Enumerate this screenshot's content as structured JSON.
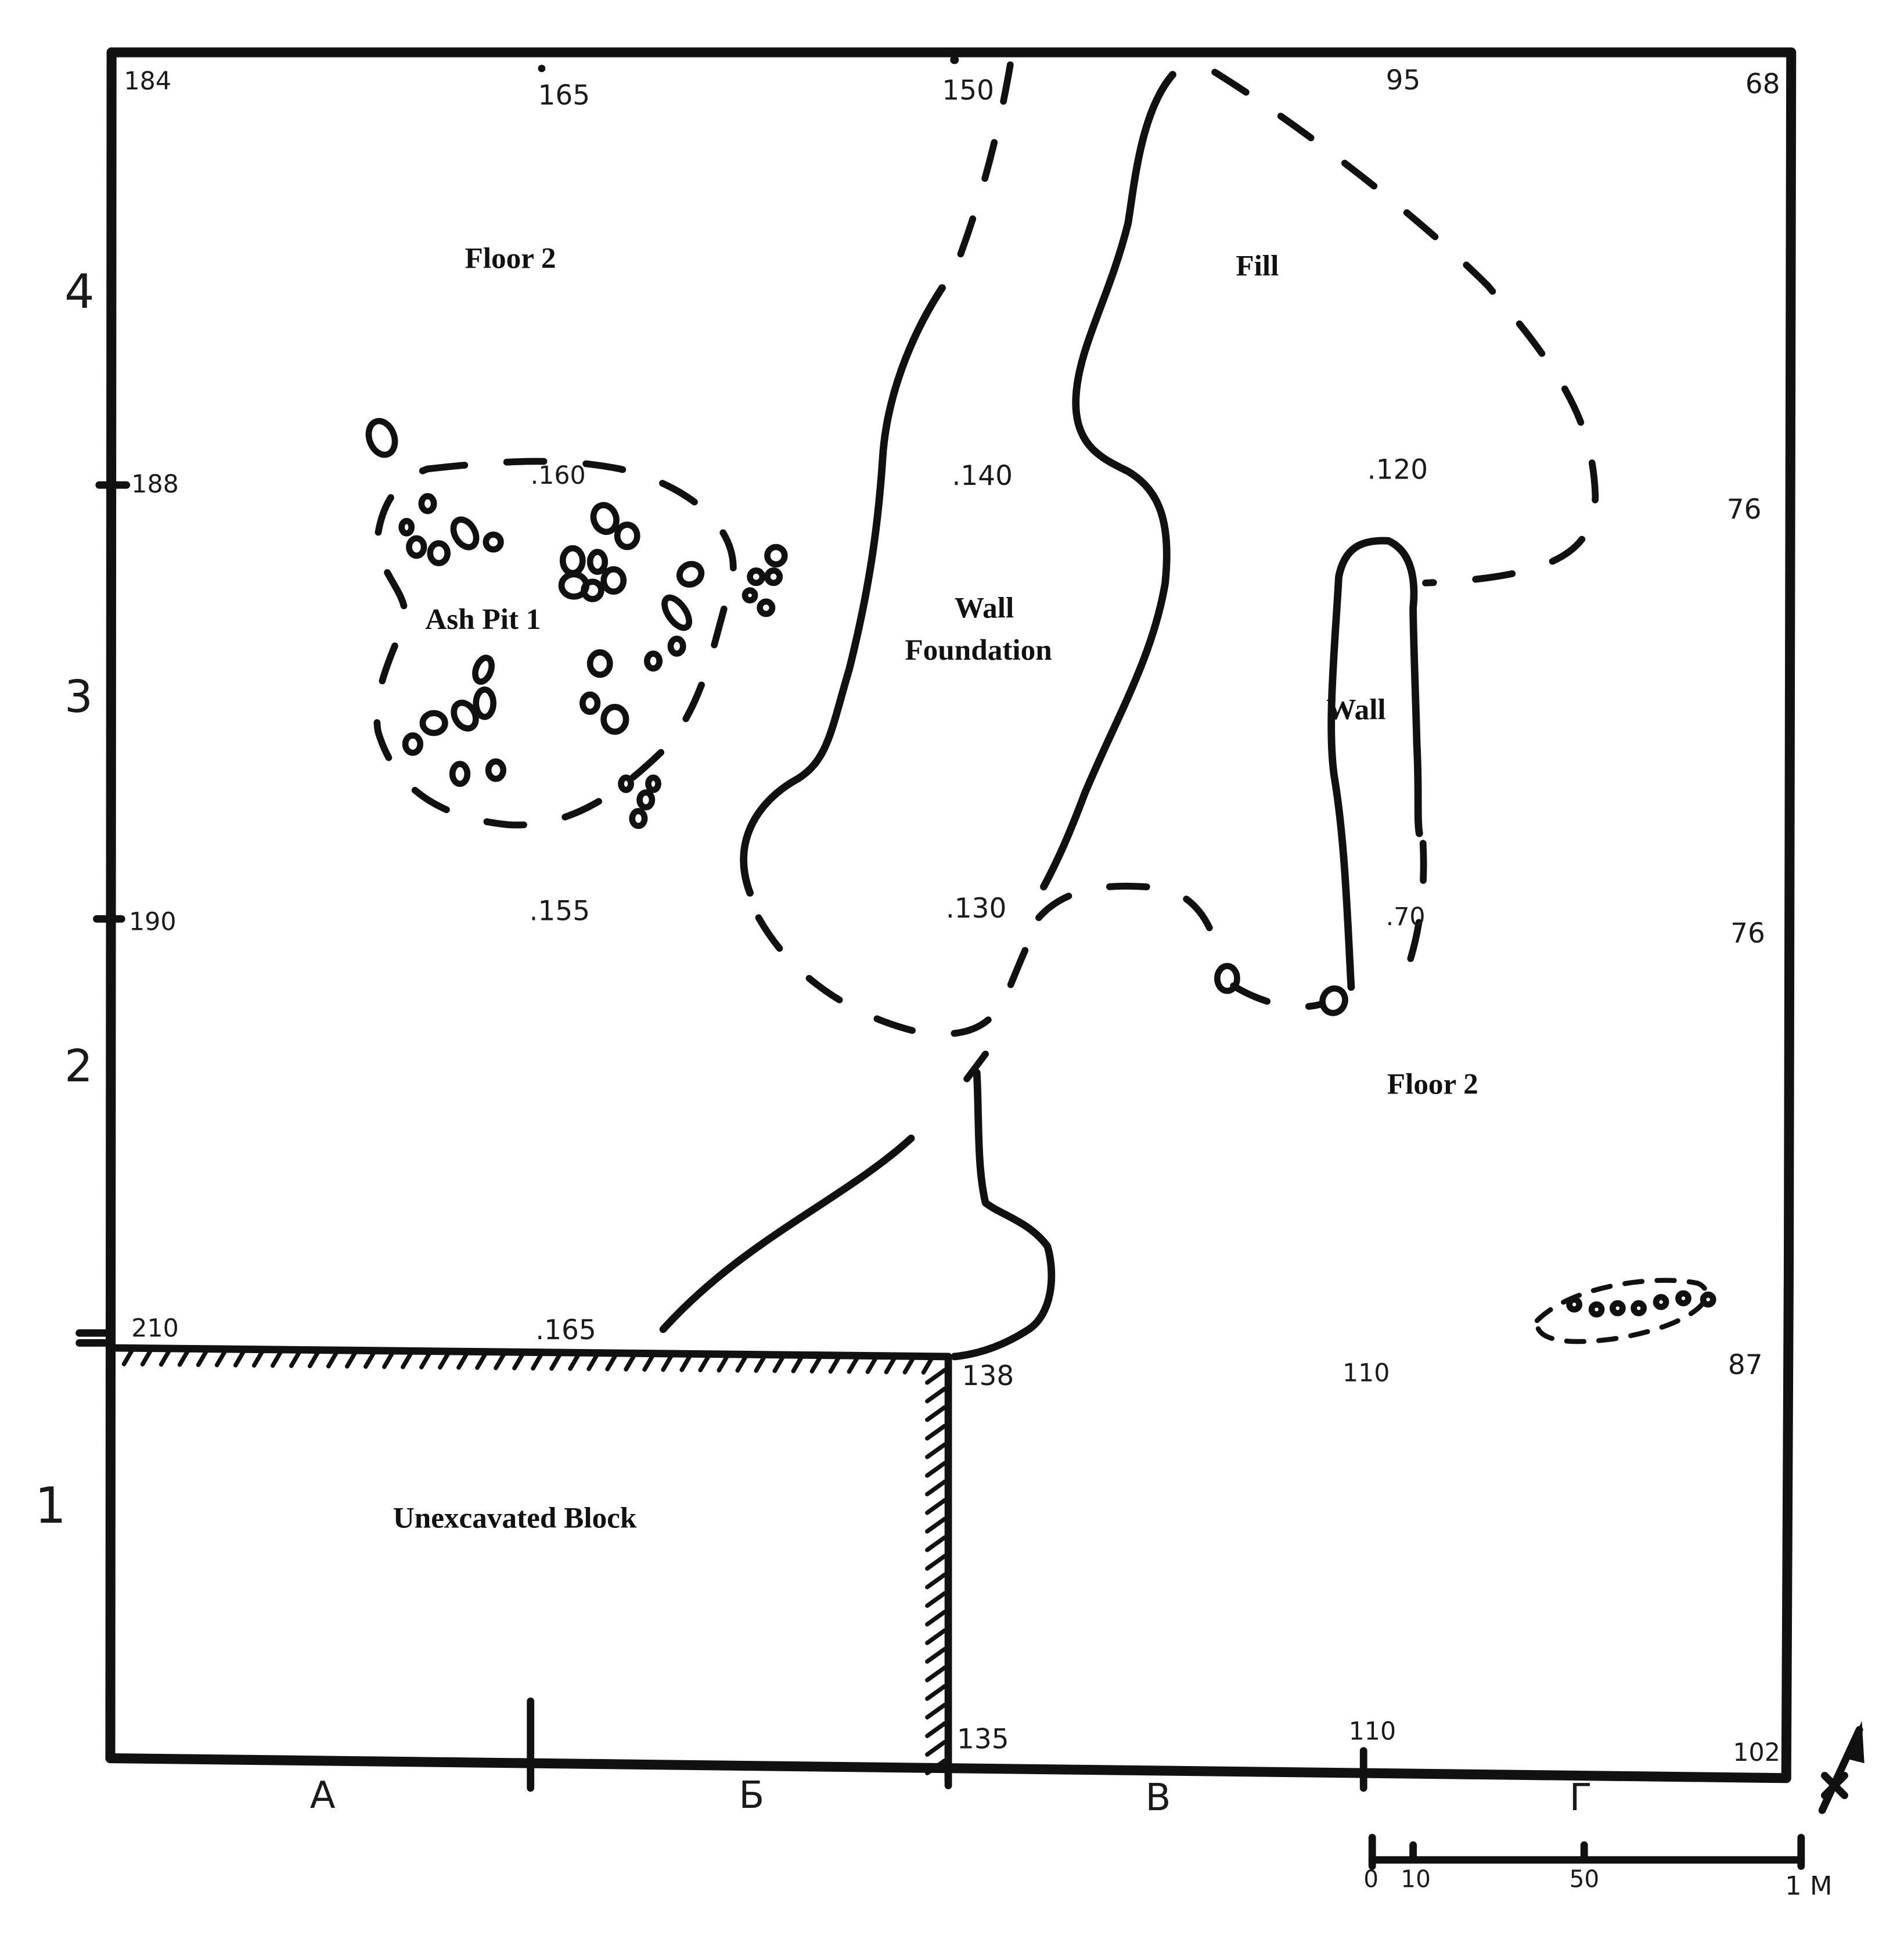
{
  "labels": {
    "floor_2_top": "Floor 2",
    "fill": "Fill",
    "ash_pit": "Ash Pit 1",
    "wall_foundation_1": "Wall",
    "wall_foundation_2": "Foundation",
    "wall": "Wall",
    "floor_2_right": "Floor 2",
    "unexcavated": "Unexcavated Block"
  },
  "elevations": {
    "corner_tl": "184",
    "top_165": "165",
    "top_150": "150",
    "top_95": "95",
    "corner_tr": "68",
    "left_188": "188",
    "pt_160": ".160",
    "pt_140": ".140",
    "pt_120": ".120",
    "right_76a": "76",
    "left_190": "190",
    "pt_155": ".155",
    "pt_130": ".130",
    "pt_70": ".70",
    "right_76b": "76",
    "left_210": "210",
    "pt_165": ".165",
    "pt_138": "138",
    "pt_110a": "110",
    "right_87": "87",
    "pt_135": "135",
    "pt_110b": "110",
    "corner_br": "102"
  },
  "grid": {
    "rows": [
      "4",
      "3",
      "2",
      "1"
    ],
    "cols": [
      "A",
      "Б",
      "В",
      "Г"
    ]
  },
  "scale_bar": {
    "ticks": [
      "0",
      "10",
      "50",
      "1 M"
    ]
  }
}
